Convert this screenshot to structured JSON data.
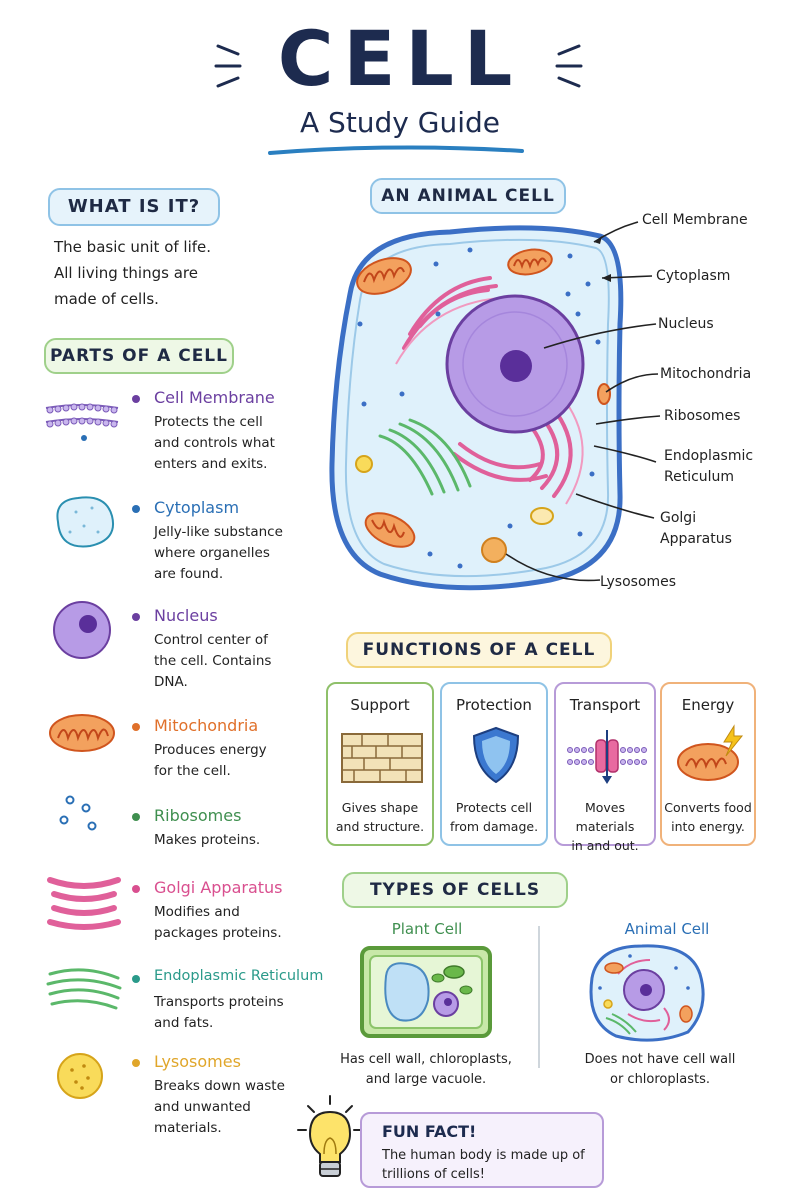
{
  "header": {
    "title": "CELL",
    "subtitle": "A Study Guide"
  },
  "intro": {
    "heading": "WHAT IS IT?",
    "lines": [
      "The basic unit of life.",
      "All living things are",
      "made of cells."
    ]
  },
  "parts": {
    "heading": "PARTS OF A CELL",
    "items": [
      {
        "name": "Cell Membrane",
        "color": "#6b3fa0",
        "desc": [
          "Protects the cell",
          "and controls what",
          "enters and exits."
        ]
      },
      {
        "name": "Cytoplasm",
        "color": "#2a6fb5",
        "desc": [
          "Jelly-like substance",
          "where organelles",
          "are found."
        ]
      },
      {
        "name": "Nucleus",
        "color": "#6b3fa0",
        "desc": [
          "Control center of",
          "the cell. Contains",
          "DNA."
        ]
      },
      {
        "name": "Mitochondria",
        "color": "#e0702a",
        "desc": [
          "Produces energy",
          "for the cell."
        ]
      },
      {
        "name": "Ribosomes",
        "color": "#3f8f4f",
        "desc": [
          "Makes proteins."
        ]
      },
      {
        "name": "Golgi Apparatus",
        "color": "#d94f8f",
        "desc": [
          "Modifies and",
          "packages proteins."
        ]
      },
      {
        "name": "Endoplasmic Reticulum",
        "color": "#2a9a8a",
        "desc": [
          "Transports proteins",
          "and fats."
        ]
      },
      {
        "name": "Lysosomes",
        "color": "#e0a62a",
        "desc": [
          "Breaks down waste",
          "and unwanted",
          "materials."
        ]
      }
    ]
  },
  "diagram": {
    "heading": "AN ANIMAL CELL",
    "labels": [
      "Cell Membrane",
      "Cytoplasm",
      "Nucleus",
      "Mitochondria",
      "Ribosomes",
      "Endoplasmic",
      "Reticulum",
      "Golgi",
      "Apparatus",
      "Lysosomes"
    ]
  },
  "functions": {
    "heading": "FUNCTIONS OF A CELL",
    "cards": [
      {
        "title": "Support",
        "desc": [
          "Gives shape",
          "and structure."
        ],
        "color": "#8fc06a"
      },
      {
        "title": "Protection",
        "desc": [
          "Protects cell",
          "from damage."
        ],
        "color": "#8fc3e6"
      },
      {
        "title": "Transport",
        "desc": [
          "Moves materials",
          "in and out."
        ],
        "color": "#b79bd8"
      },
      {
        "title": "Energy",
        "desc": [
          "Converts food",
          "into energy."
        ],
        "color": "#f0b27a"
      }
    ]
  },
  "types": {
    "heading": "TYPES OF CELLS",
    "plant": {
      "title": "Plant Cell",
      "desc": [
        "Has cell wall, chloroplasts,",
        "and large vacuole."
      ]
    },
    "animal": {
      "title": "Animal Cell",
      "desc": [
        "Does not have cell wall",
        "or chloroplasts."
      ]
    }
  },
  "fun_fact": {
    "heading": "FUN FACT!",
    "lines": [
      "The human body is made up of",
      "trillions of cells!"
    ]
  },
  "icons": [
    "cell-membrane-icon",
    "cytoplasm-icon",
    "nucleus-icon",
    "mitochondria-icon",
    "ribosomes-icon",
    "golgi-icon",
    "er-icon",
    "lysosome-icon",
    "brick-wall-icon",
    "shield-icon",
    "transport-channel-icon",
    "mitochondria-energy-icon",
    "lightbulb-icon"
  ]
}
